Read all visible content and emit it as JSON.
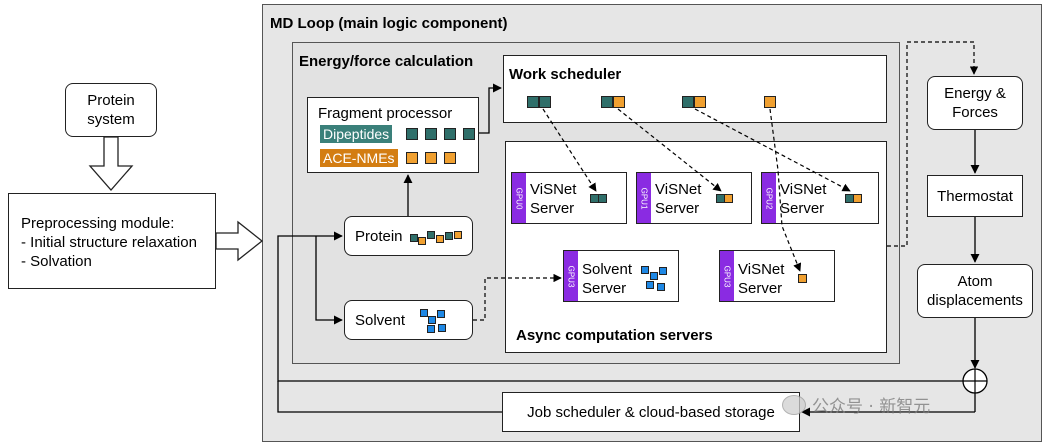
{
  "md_loop": {
    "title": "MD Loop (main logic component)"
  },
  "energy_force": {
    "title": "Energy/force calculation"
  },
  "work_scheduler": {
    "title": "Work scheduler"
  },
  "fragment_processor": {
    "title": "Fragment processor",
    "dipeptides": "Dipeptides",
    "ace_nmes": "ACE-NMEs"
  },
  "protein_system": {
    "line1": "Protein",
    "line2": "system"
  },
  "preprocessing": {
    "line1": "Preprocessing module:",
    "line2": "- Initial structure relaxation",
    "line3": "- Solvation"
  },
  "protein": {
    "label": "Protein"
  },
  "solvent": {
    "label": "Solvent"
  },
  "servers": {
    "gpu0": {
      "gpu": "GPU0",
      "line1": "ViSNet",
      "line2": "Server"
    },
    "gpu1": {
      "gpu": "GPU1",
      "line1": "ViSNet",
      "line2": "Server"
    },
    "gpu2": {
      "gpu": "GPU2",
      "line1": "ViSNet",
      "line2": "Server"
    },
    "gpu3a": {
      "gpu": "GPU3",
      "line1": "Solvent",
      "line2": "Server"
    },
    "gpu3b": {
      "gpu": "GPU3",
      "line1": "ViSNet",
      "line2": "Server"
    }
  },
  "async": {
    "title": "Async computation servers"
  },
  "energy_forces": {
    "line1": "Energy &",
    "line2": "Forces"
  },
  "thermostat": {
    "label": "Thermostat"
  },
  "atom_disp": {
    "line1": "Atom",
    "line2": "displacements"
  },
  "job_scheduler": {
    "label": "Job scheduler & cloud-based storage"
  },
  "watermark": {
    "label": "公众号 · 新智元"
  },
  "colors": {
    "teal": "#2f6f6a",
    "orange": "#f0a030",
    "blue": "#1e88e5",
    "gpu": "#8a2be2"
  }
}
